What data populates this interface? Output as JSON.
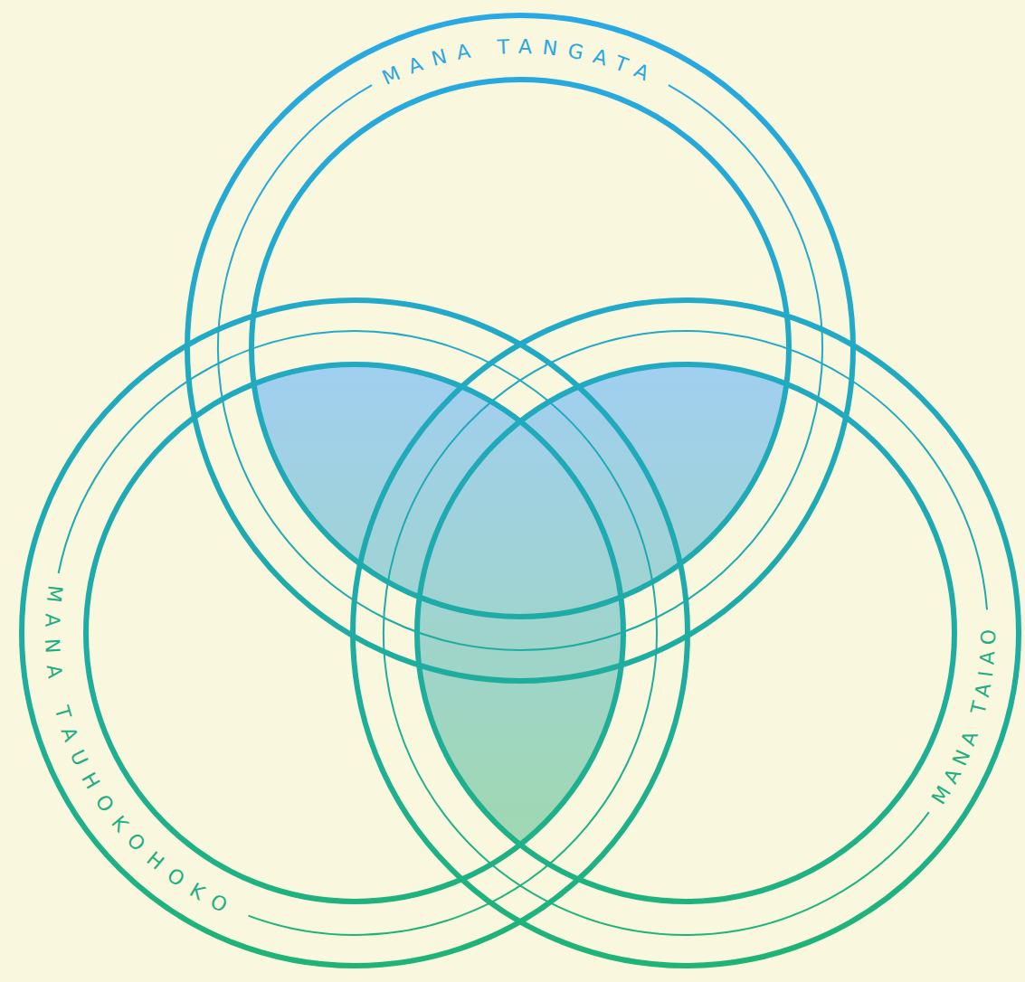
{
  "diagram": {
    "nodes": [
      {
        "text": [
          "MANA TANGATA"
        ]
      },
      {
        "text": [
          "MANA TAUHOKOHOKO"
        ]
      },
      {
        "text": [
          "MANA TAIAO"
        ]
      }
    ]
  }
}
